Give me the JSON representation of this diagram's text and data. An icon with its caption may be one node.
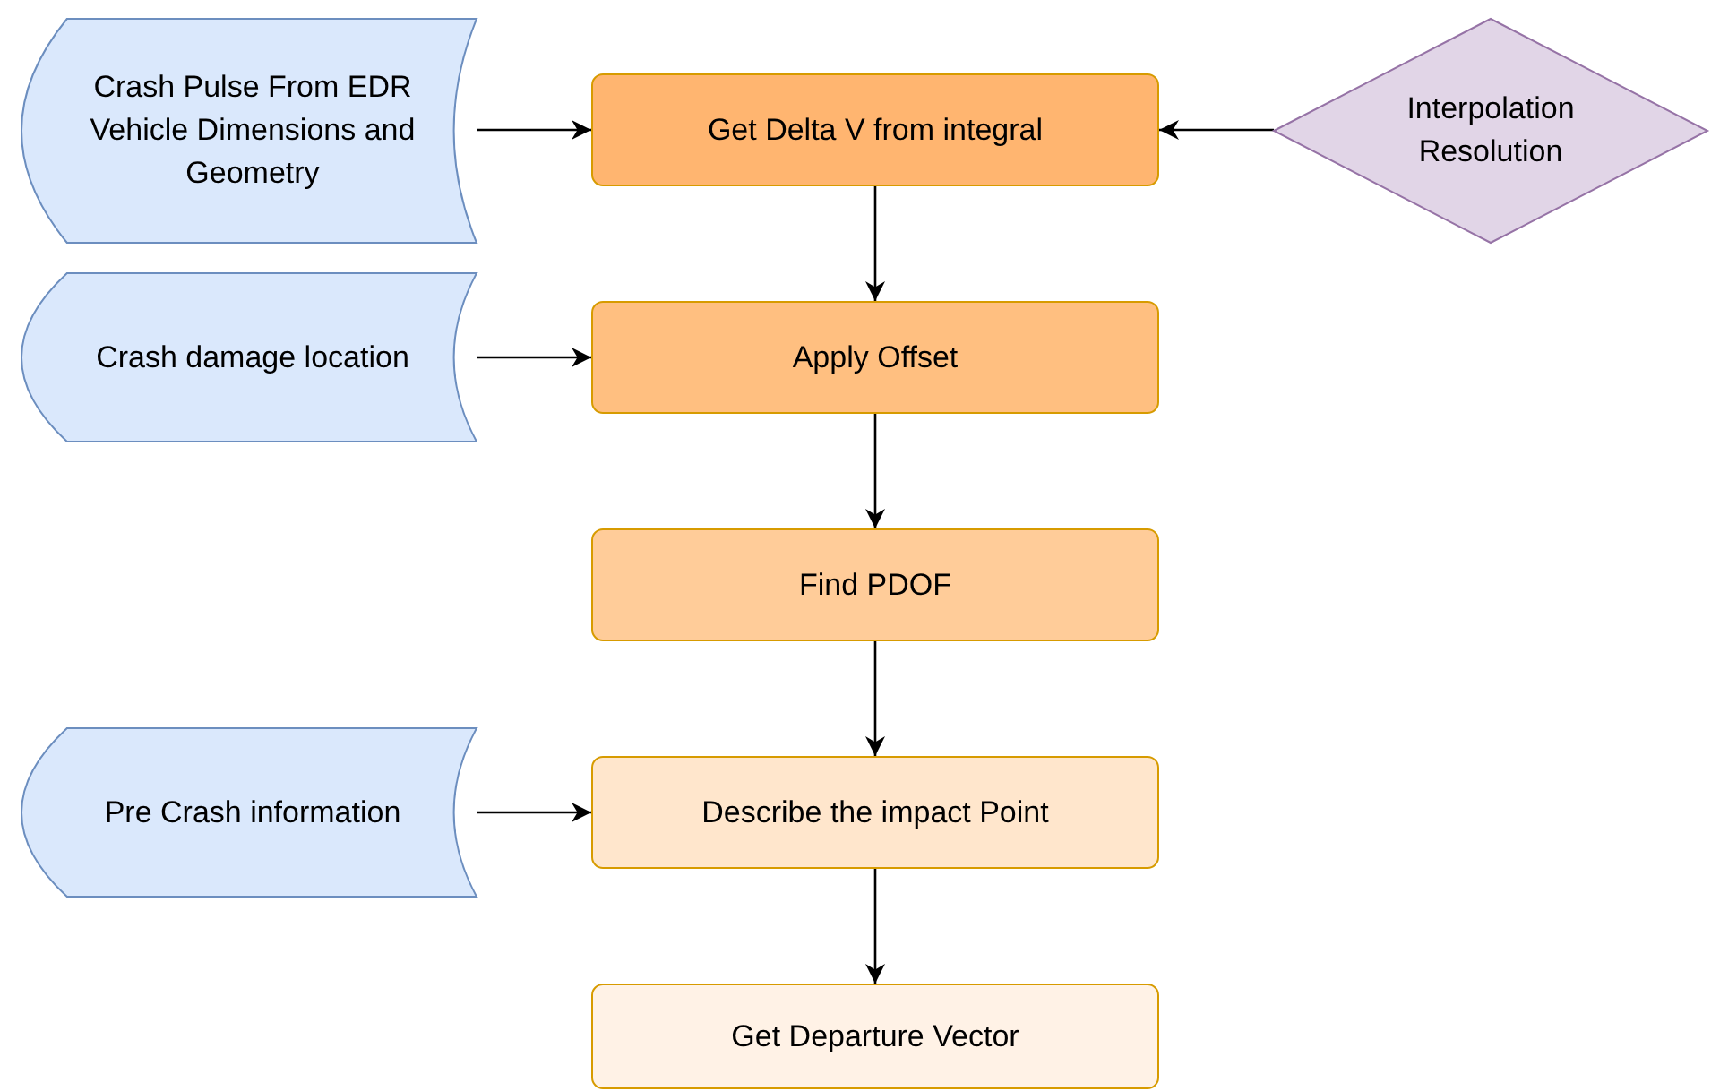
{
  "diagram": {
    "nodes": [
      {
        "text": [
          "Crash Pulse From EDR Vehicle Dimensions and Geometry"
        ]
      },
      {
        "text": [
          "Get Delta V from integral"
        ]
      },
      {
        "text": [
          "Interpolation Resolution"
        ]
      },
      {
        "text": [
          "Crash damage location"
        ]
      },
      {
        "text": [
          "Apply Offset"
        ]
      },
      {
        "text": [
          "Find PDOF"
        ]
      },
      {
        "text": [
          "Pre Crash information"
        ]
      },
      {
        "text": [
          "Describe the impact Point"
        ]
      },
      {
        "text": [
          "Get Departure Vector"
        ]
      }
    ],
    "edges": [
      {
        "from": 0,
        "to": 1,
        "arrow": "to"
      },
      {
        "from": 2,
        "to": 1,
        "arrow": "to"
      },
      {
        "from": 1,
        "to": 4,
        "arrow": "to"
      },
      {
        "from": 3,
        "to": 4,
        "arrow": "to"
      },
      {
        "from": 4,
        "to": 5,
        "arrow": "to"
      },
      {
        "from": 5,
        "to": 7,
        "arrow": "to"
      },
      {
        "from": 6,
        "to": 7,
        "arrow": "to"
      },
      {
        "from": 7,
        "to": 8,
        "arrow": "to"
      }
    ]
  }
}
